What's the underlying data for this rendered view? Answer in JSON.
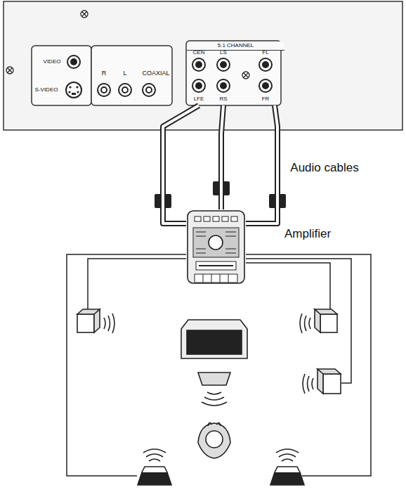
{
  "diagram": {
    "nodes": [
      {
        "text": [
          "5.1 CHANNEL"
        ]
      },
      {
        "text": [
          "Amplifier"
        ]
      }
    ],
    "edges": [
      {
        "from": 0,
        "to": 1,
        "arrow": "none"
      },
      {
        "from": 0,
        "to": 1,
        "arrow": "none"
      },
      {
        "from": 0,
        "to": 1,
        "arrow": "none"
      }
    ],
    "labels": [
      "VIDEO",
      "S-VIDEO",
      "R",
      "L",
      "COAXIAL",
      "CEN",
      "LS",
      "FL",
      "LFE",
      "RS",
      "FR",
      "Audio cables"
    ]
  }
}
